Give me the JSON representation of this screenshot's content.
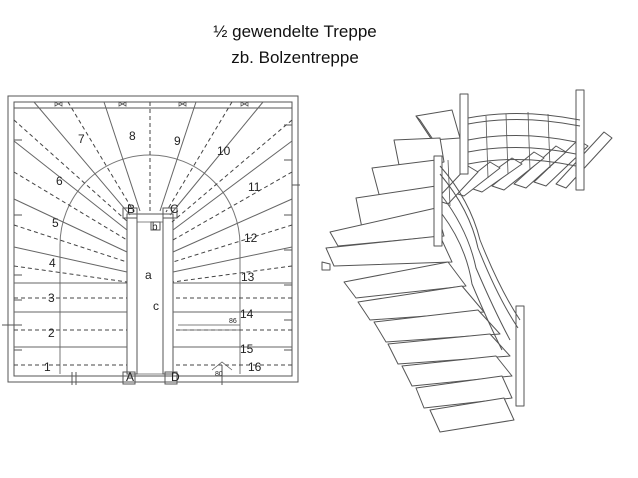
{
  "title_line1": "½ gewendelte Treppe",
  "title_line2": "zb. Bolzentreppe",
  "plan": {
    "step_numbers": [
      "1",
      "2",
      "3",
      "4",
      "5",
      "6",
      "7",
      "8",
      "9",
      "10",
      "11",
      "12",
      "13",
      "14",
      "15",
      "16"
    ],
    "corner_labels": [
      "A",
      "B",
      "C",
      "D"
    ],
    "inner_labels": [
      "a",
      "b",
      "c"
    ],
    "dim_86": "86",
    "dim_80": "80"
  },
  "colors": {
    "line": "#555555",
    "dash": "#444444",
    "tread": "#ffffff"
  }
}
